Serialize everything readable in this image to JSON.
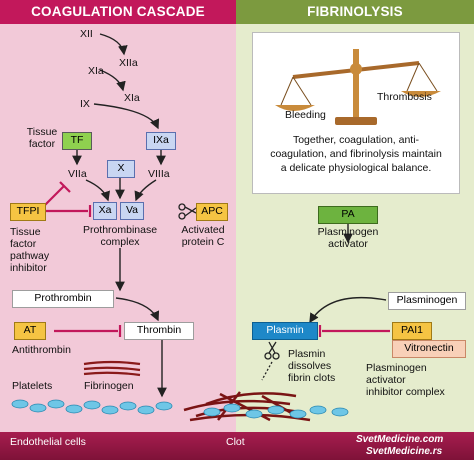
{
  "headers": {
    "left": "COAGULATION CASCADE",
    "right": "FIBRINOLYSIS"
  },
  "cascade": {
    "xii": "XII",
    "xiia": "XIIa",
    "xia_1": "XIa",
    "xia_2": "XIa",
    "ix": "IX",
    "ixa": "IXa",
    "viia": "VIIa",
    "viiia": "VIIIa",
    "x": "X",
    "tf": "TF",
    "tissue_factor": [
      "Tissue",
      "factor"
    ],
    "tfpi": "TFPI",
    "tfpi_desc": [
      "Tissue",
      "factor",
      "pathway",
      "inhibitor"
    ],
    "xa": "Xa",
    "va": "Va",
    "prothrombinase": [
      "Prothrombinase",
      "complex"
    ],
    "apc": "APC",
    "apc_desc": [
      "Activated",
      "protein C"
    ],
    "prothrombin": "Prothrombin",
    "at": "AT",
    "antithrombin": "Antithrombin",
    "thrombin": "Thrombin",
    "platelets": "Platelets",
    "fibrinogen": "Fibrinogen"
  },
  "fibrinolysis": {
    "bleeding": "Bleeding",
    "thrombosis": "Thrombosis",
    "balance_text": [
      "Together, coagulation, anti-",
      "coagulation, and fibrinolysis maintain",
      "a delicate physiological balance."
    ],
    "pa": "PA",
    "pa_desc": [
      "Plasminogen",
      "activator"
    ],
    "plasminogen": "Plasminogen",
    "plasmin": "Plasmin",
    "pai1": "PAI1",
    "vitronectin": "Vitronectin",
    "plasmin_desc": [
      "Plasmin",
      "dissolves",
      "fibrin clots"
    ],
    "pai_desc": [
      "Plasminogen",
      "activator",
      "inhibitor complex"
    ]
  },
  "footer": {
    "endothelial": "Endothelial cells",
    "clot": "Clot",
    "watermark": "SvetMedicine.com",
    "watermark2": "SvetMedicine.rs"
  },
  "colors": {
    "magenta": "#c2185b",
    "olive": "#7c9a3f",
    "pink_bg": "#f2c9d8",
    "green_bg": "#e5eccd",
    "plasmin_blue": "#1e88c8",
    "inhibitor": "#c2185b"
  }
}
